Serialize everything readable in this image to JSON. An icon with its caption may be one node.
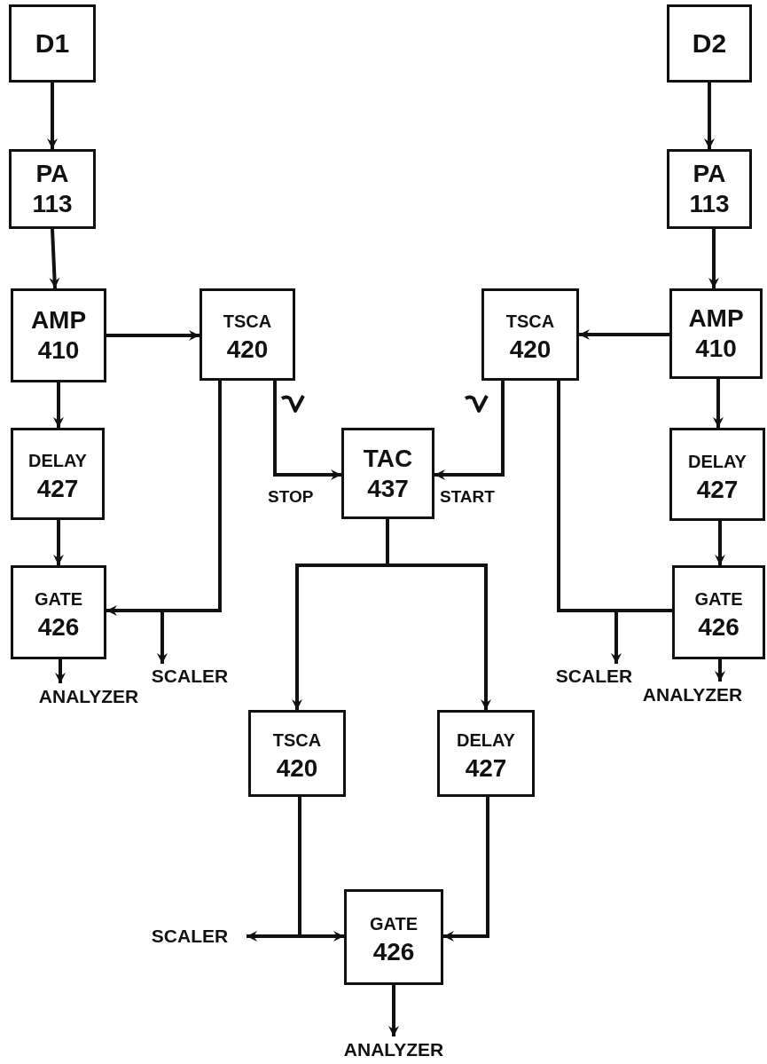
{
  "diagram": {
    "nodes": [
      {
        "text": [
          "D1"
        ]
      },
      {
        "text": [
          "PA 113"
        ]
      },
      {
        "text": [
          "AMP 410"
        ]
      },
      {
        "text": [
          "DELAY 427"
        ]
      },
      {
        "text": [
          "GATE 426"
        ]
      },
      {
        "text": [
          "ANALYZER"
        ]
      },
      {
        "text": [
          "TSCA 420"
        ]
      },
      {
        "text": [
          "SCALER"
        ]
      },
      {
        "text": [
          "TAC 437"
        ]
      },
      {
        "text": [
          "D2"
        ]
      },
      {
        "text": [
          "PA 113"
        ]
      },
      {
        "text": [
          "AMP 410"
        ]
      },
      {
        "text": [
          "TSCA 420"
        ]
      },
      {
        "text": [
          "DELAY 427"
        ]
      },
      {
        "text": [
          "GATE 426"
        ]
      },
      {
        "text": [
          "SCALER"
        ]
      },
      {
        "text": [
          "ANALYZER"
        ]
      },
      {
        "text": [
          "TSCA 420"
        ]
      },
      {
        "text": [
          "DELAY 427"
        ]
      },
      {
        "text": [
          "GATE 426"
        ]
      },
      {
        "text": [
          "SCALER"
        ]
      },
      {
        "text": [
          "ANALYZER"
        ]
      }
    ],
    "edges": [
      {
        "from": 0,
        "to": 1,
        "arrow": "to"
      },
      {
        "from": 1,
        "to": 2,
        "arrow": "to"
      },
      {
        "from": 2,
        "to": 3,
        "arrow": "to"
      },
      {
        "from": 3,
        "to": 4,
        "arrow": "to"
      },
      {
        "from": 4,
        "to": 5,
        "arrow": "to"
      },
      {
        "from": 2,
        "to": 6,
        "arrow": "to"
      },
      {
        "from": 6,
        "to": 4,
        "arrow": "to"
      },
      {
        "from": 6,
        "to": 7,
        "arrow": "to"
      },
      {
        "from": 6,
        "to": 8,
        "arrow": "to",
        "label": "STOP"
      },
      {
        "from": 9,
        "to": 10,
        "arrow": "to"
      },
      {
        "from": 10,
        "to": 11,
        "arrow": "to"
      },
      {
        "from": 11,
        "to": 13,
        "arrow": "to"
      },
      {
        "from": 13,
        "to": 14,
        "arrow": "to"
      },
      {
        "from": 14,
        "to": 16,
        "arrow": "to"
      },
      {
        "from": 11,
        "to": 12,
        "arrow": "to"
      },
      {
        "from": 12,
        "to": 8,
        "arrow": "to",
        "label": "START"
      },
      {
        "from": 12,
        "to": 14,
        "arrow": "none"
      },
      {
        "from": 12,
        "to": 15,
        "arrow": "to"
      },
      {
        "from": 8,
        "to": 17,
        "arrow": "to"
      },
      {
        "from": 8,
        "to": 18,
        "arrow": "to"
      },
      {
        "from": 17,
        "to": 19,
        "arrow": "to"
      },
      {
        "from": 17,
        "to": 20,
        "arrow": "to"
      },
      {
        "from": 18,
        "to": 19,
        "arrow": "to"
      },
      {
        "from": 19,
        "to": 21,
        "arrow": "to"
      }
    ]
  }
}
